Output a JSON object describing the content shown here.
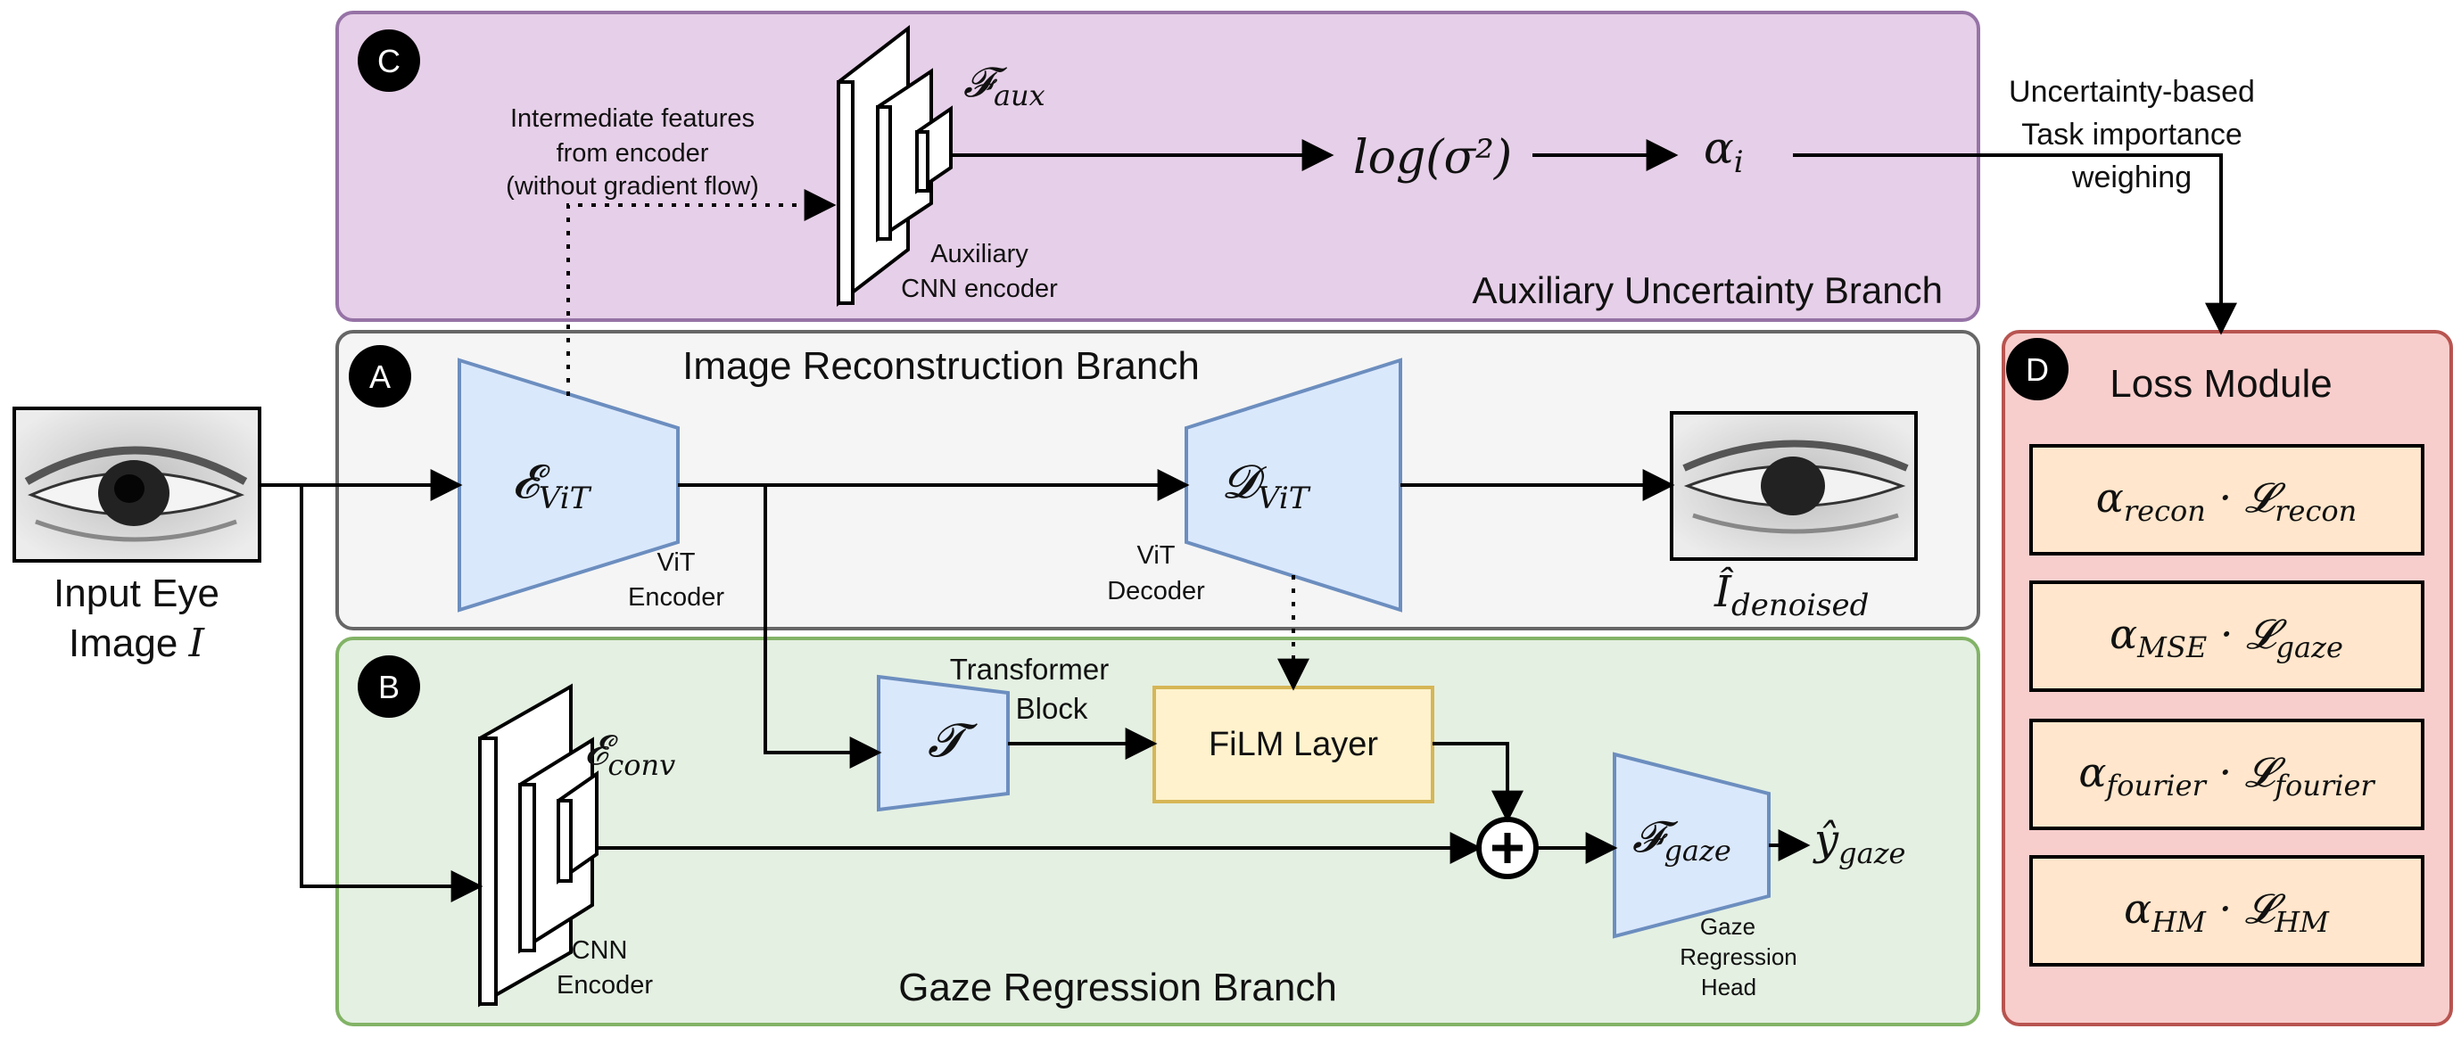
{
  "colors": {
    "uncertainty_fill": "#e6cfe8",
    "uncertainty_stroke": "#9673a6",
    "recon_fill": "#f5f5f5",
    "recon_stroke": "#666666",
    "gaze_fill": "#e4f0e2",
    "gaze_stroke": "#82b366",
    "loss_fill": "#f8cecc",
    "loss_stroke": "#b85450",
    "blue_fill": "#dae8fc",
    "blue_stroke": "#6c8ebf",
    "film_fill": "#fff2cc",
    "film_stroke": "#d6b656",
    "loss_item_fill": "#ffe6cc"
  },
  "badges": {
    "a": "A",
    "b": "B",
    "c": "C",
    "d": "D"
  },
  "branches": {
    "uncertainty": "Auxiliary Uncertainty Branch",
    "reconstruction": "Image Reconstruction Branch",
    "gaze": "Gaze Regression Branch",
    "loss": "Loss Module"
  },
  "input": {
    "line1": "Input Eye",
    "line2": "Image ",
    "symbol": "I"
  },
  "uncertainty": {
    "feat_line1": "Intermediate features",
    "feat_line2": "from encoder",
    "feat_line3": "(without gradient flow)",
    "aux_symbol": "𝓕",
    "aux_sub": "aux",
    "aux_label1": "Auxiliary",
    "aux_label2": "CNN encoder",
    "log_sigma": "log(σ²)",
    "alpha": "α",
    "alpha_sub": "i",
    "weigh_line1": "Uncertainty-based",
    "weigh_line2": "Task importance",
    "weigh_line3": "weighing"
  },
  "reconstruction": {
    "enc_symbol": "𝓔",
    "enc_sub": "ViT",
    "enc_label1": "ViT",
    "enc_label2": "Encoder",
    "dec_symbol": "𝓓",
    "dec_sub": "ViT",
    "dec_label1": "ViT",
    "dec_label2": "Decoder",
    "out_symbol": "Î",
    "out_sub": "denoised"
  },
  "gaze": {
    "cnn_symbol": "𝓔",
    "cnn_sub": "conv",
    "cnn_label1": "CNN",
    "cnn_label2": "Encoder",
    "t_symbol": "𝓣",
    "t_label1": "Transformer",
    "t_label2": "Block",
    "film": "FiLM Layer",
    "plus": "+",
    "head_symbol": "𝓕",
    "head_sub": "gaze",
    "head_label1": "Gaze",
    "head_label2": "Regression",
    "head_label3": "Head",
    "out_symbol": "ŷ",
    "out_sub": "gaze"
  },
  "loss_items": [
    {
      "alpha_sub": "recon",
      "loss_sub": "recon"
    },
    {
      "alpha_sub": "MSE",
      "loss_sub": "gaze"
    },
    {
      "alpha_sub": "fourier",
      "loss_sub": "fourier"
    },
    {
      "alpha_sub": "HM",
      "loss_sub": "HM"
    }
  ],
  "loss_symbols": {
    "alpha": "α",
    "dot": "·",
    "L": "𝓛"
  }
}
